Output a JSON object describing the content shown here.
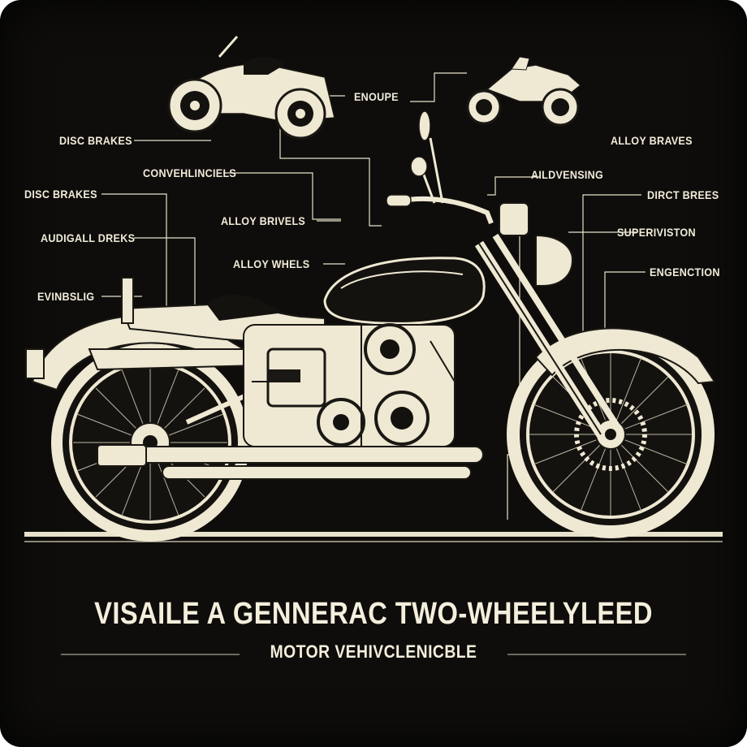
{
  "labels": {
    "disc_brakes_1": "DISC BRAKES",
    "convenience": "CONVEHLINCIELS",
    "disc_brakes_2": "DISC BRAKES",
    "adjustable_brakes": "AUDIGALL DREKS",
    "alloy_brivels": "ALLOY BRIVELS",
    "alloy_whels": "ALLOY WHELS",
    "evinsling": "EVINBSLIG",
    "enoupe": "ENOUPE",
    "alloy_braves": "ALLOY BRAVES",
    "aldvensing": "AILDVENSING",
    "dirct_bres": "DIRCT BREES",
    "supervistion": "SUPERIVISTON",
    "engenction": "ENGENCTION"
  },
  "title": "VISAILE A GENNERAC TWO-WHEELYLEED",
  "subtitle": "MOTOR VEHIVCLENICBLE",
  "colors": {
    "background": "#0e0d0b",
    "ink": "#efe8d2",
    "line": "#e8e1cb"
  }
}
